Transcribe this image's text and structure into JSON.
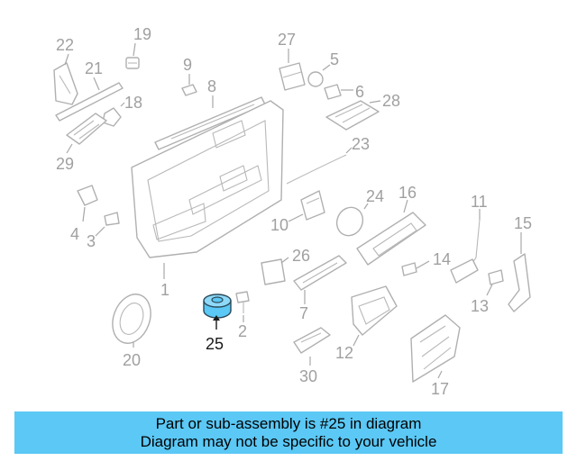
{
  "highlight_color": "#5bc8f5",
  "highlighted_part": "25",
  "callouts": {
    "n1": "1",
    "n2": "2",
    "n3": "3",
    "n4": "4",
    "n5": "5",
    "n6": "6",
    "n7": "7",
    "n8": "8",
    "n9": "9",
    "n10": "10",
    "n11": "11",
    "n12": "12",
    "n13": "13",
    "n14": "14",
    "n15": "15",
    "n16": "16",
    "n17": "17",
    "n18": "18",
    "n19": "19",
    "n20": "20",
    "n21": "21",
    "n22": "22",
    "n23": "23",
    "n24": "24",
    "n25": "25",
    "n26": "26",
    "n27": "27",
    "n28": "28",
    "n29": "29",
    "n30": "30"
  },
  "banner": {
    "line1": "Part or sub-assembly is #25 in diagram",
    "line2": "Diagram may not be specific to your vehicle"
  }
}
